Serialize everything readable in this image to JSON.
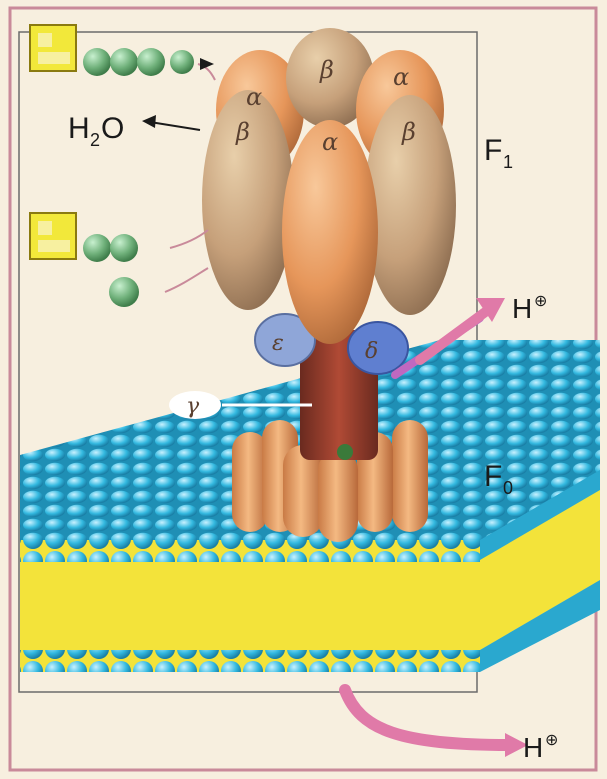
{
  "labels": {
    "h2o_main": "H",
    "h2o_sub": "2",
    "h2o_tail": "O",
    "f1_main": "F",
    "f1_sub": "1",
    "f0_main": "F",
    "f0_sub": "0",
    "h_plus_top": "H",
    "h_plus_top_sup": "⊕",
    "h_plus_bottom": "H",
    "h_plus_bottom_sup": "⊕",
    "gamma": "γ",
    "epsilon": "ε",
    "delta": "δ",
    "subunits_alpha": "α",
    "subunits_beta": "β"
  },
  "colors": {
    "background": "#f7efdf",
    "frame": "#c98a9a",
    "membrane_blue": "#2fb5d9",
    "membrane_yellow": "#f3e33a",
    "beta_tan": "#c8a27a",
    "alpha_orange": "#e79a5a",
    "stalk_red": "#a0412f",
    "proton_arrow": "#e07aa8",
    "adp_green": "#6fb07a",
    "subunit_blue": "#8fa6d8"
  }
}
